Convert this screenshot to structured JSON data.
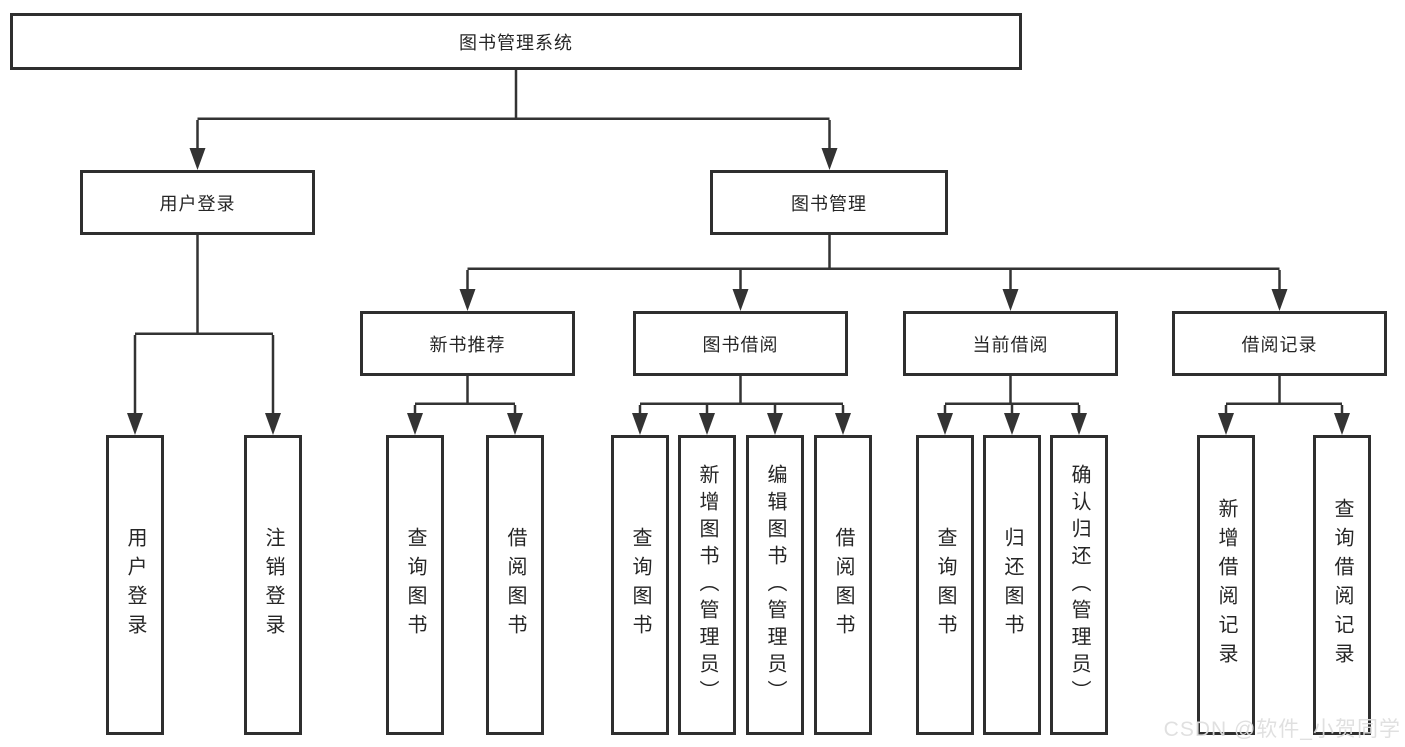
{
  "watermark": "CSDN @软件_小贺同学",
  "colors": {
    "line": "#333333",
    "box_border": "#2f2f2f",
    "text": "#262626",
    "watermark": "#dedede",
    "background": "#ffffff"
  },
  "tree": {
    "root": {
      "label": "图书管理系统",
      "children": [
        {
          "label": "用户登录",
          "children": [
            {
              "label": "用户登录"
            },
            {
              "label": "注销登录"
            }
          ]
        },
        {
          "label": "图书管理",
          "children": [
            {
              "label": "新书推荐",
              "children": [
                {
                  "label": "查询图书"
                },
                {
                  "label": "借阅图书"
                }
              ]
            },
            {
              "label": "图书借阅",
              "children": [
                {
                  "label": "查询图书"
                },
                {
                  "label": "新增图书（管理员）"
                },
                {
                  "label": "编辑图书（管理员）"
                },
                {
                  "label": "借阅图书"
                }
              ]
            },
            {
              "label": "当前借阅",
              "children": [
                {
                  "label": "查询图书"
                },
                {
                  "label": "归还图书"
                },
                {
                  "label": "确认归还（管理员）"
                }
              ]
            },
            {
              "label": "借阅记录",
              "children": [
                {
                  "label": "新增借阅记录"
                },
                {
                  "label": "查询借阅记录"
                }
              ]
            }
          ]
        }
      ]
    }
  }
}
